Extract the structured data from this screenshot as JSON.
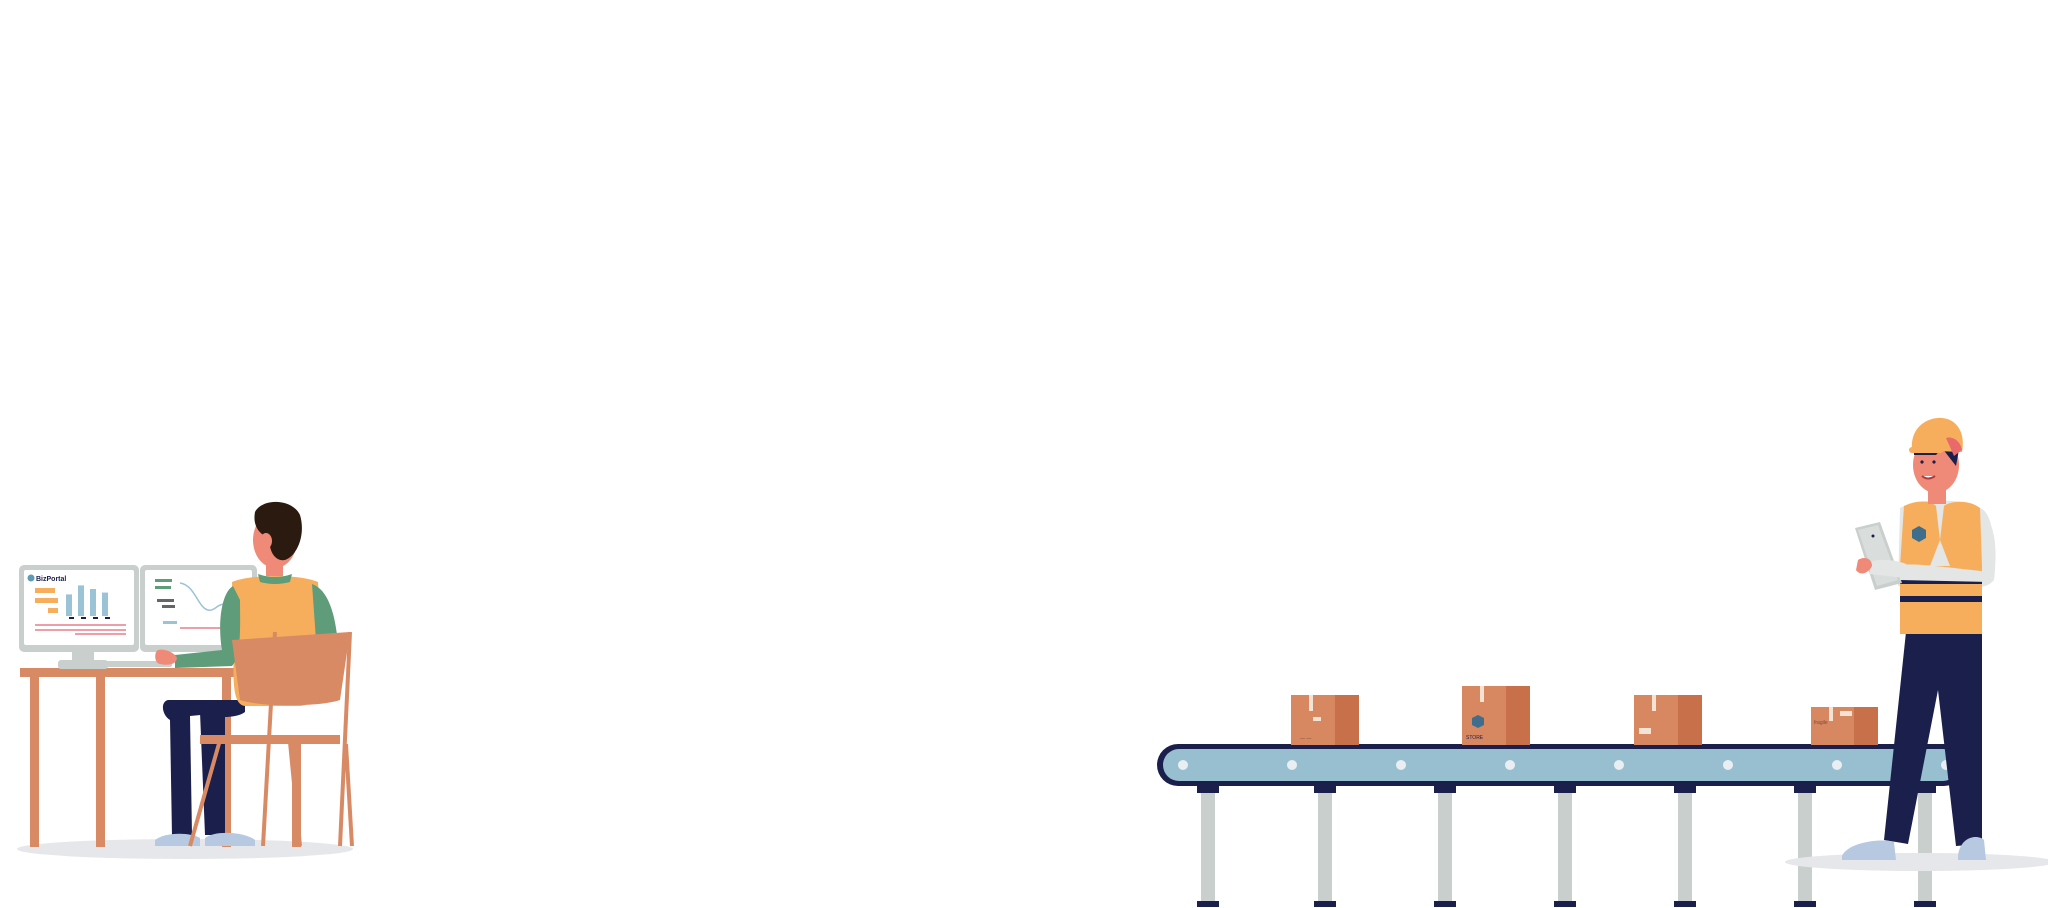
{
  "screen": {
    "left_monitor": {
      "brand": "BizPortal",
      "bar_levels": [
        0.6,
        0.85,
        0.75,
        0.65
      ]
    }
  },
  "labels": {
    "box2_text": "STORE",
    "box4_text": "fragile"
  },
  "colors": {
    "background": "#ffffff",
    "vest_orange": "#F7AE5C",
    "navy": "#1B1F4B",
    "conveyor_belt": "#97BFD0",
    "cardboard": "#D88860",
    "cardboard_side": "#C8704A",
    "skin": "#F08A78",
    "green_sleeve": "#5E9C7A",
    "leg_gray": "#C9CFCD",
    "desk": "#D88A65"
  }
}
